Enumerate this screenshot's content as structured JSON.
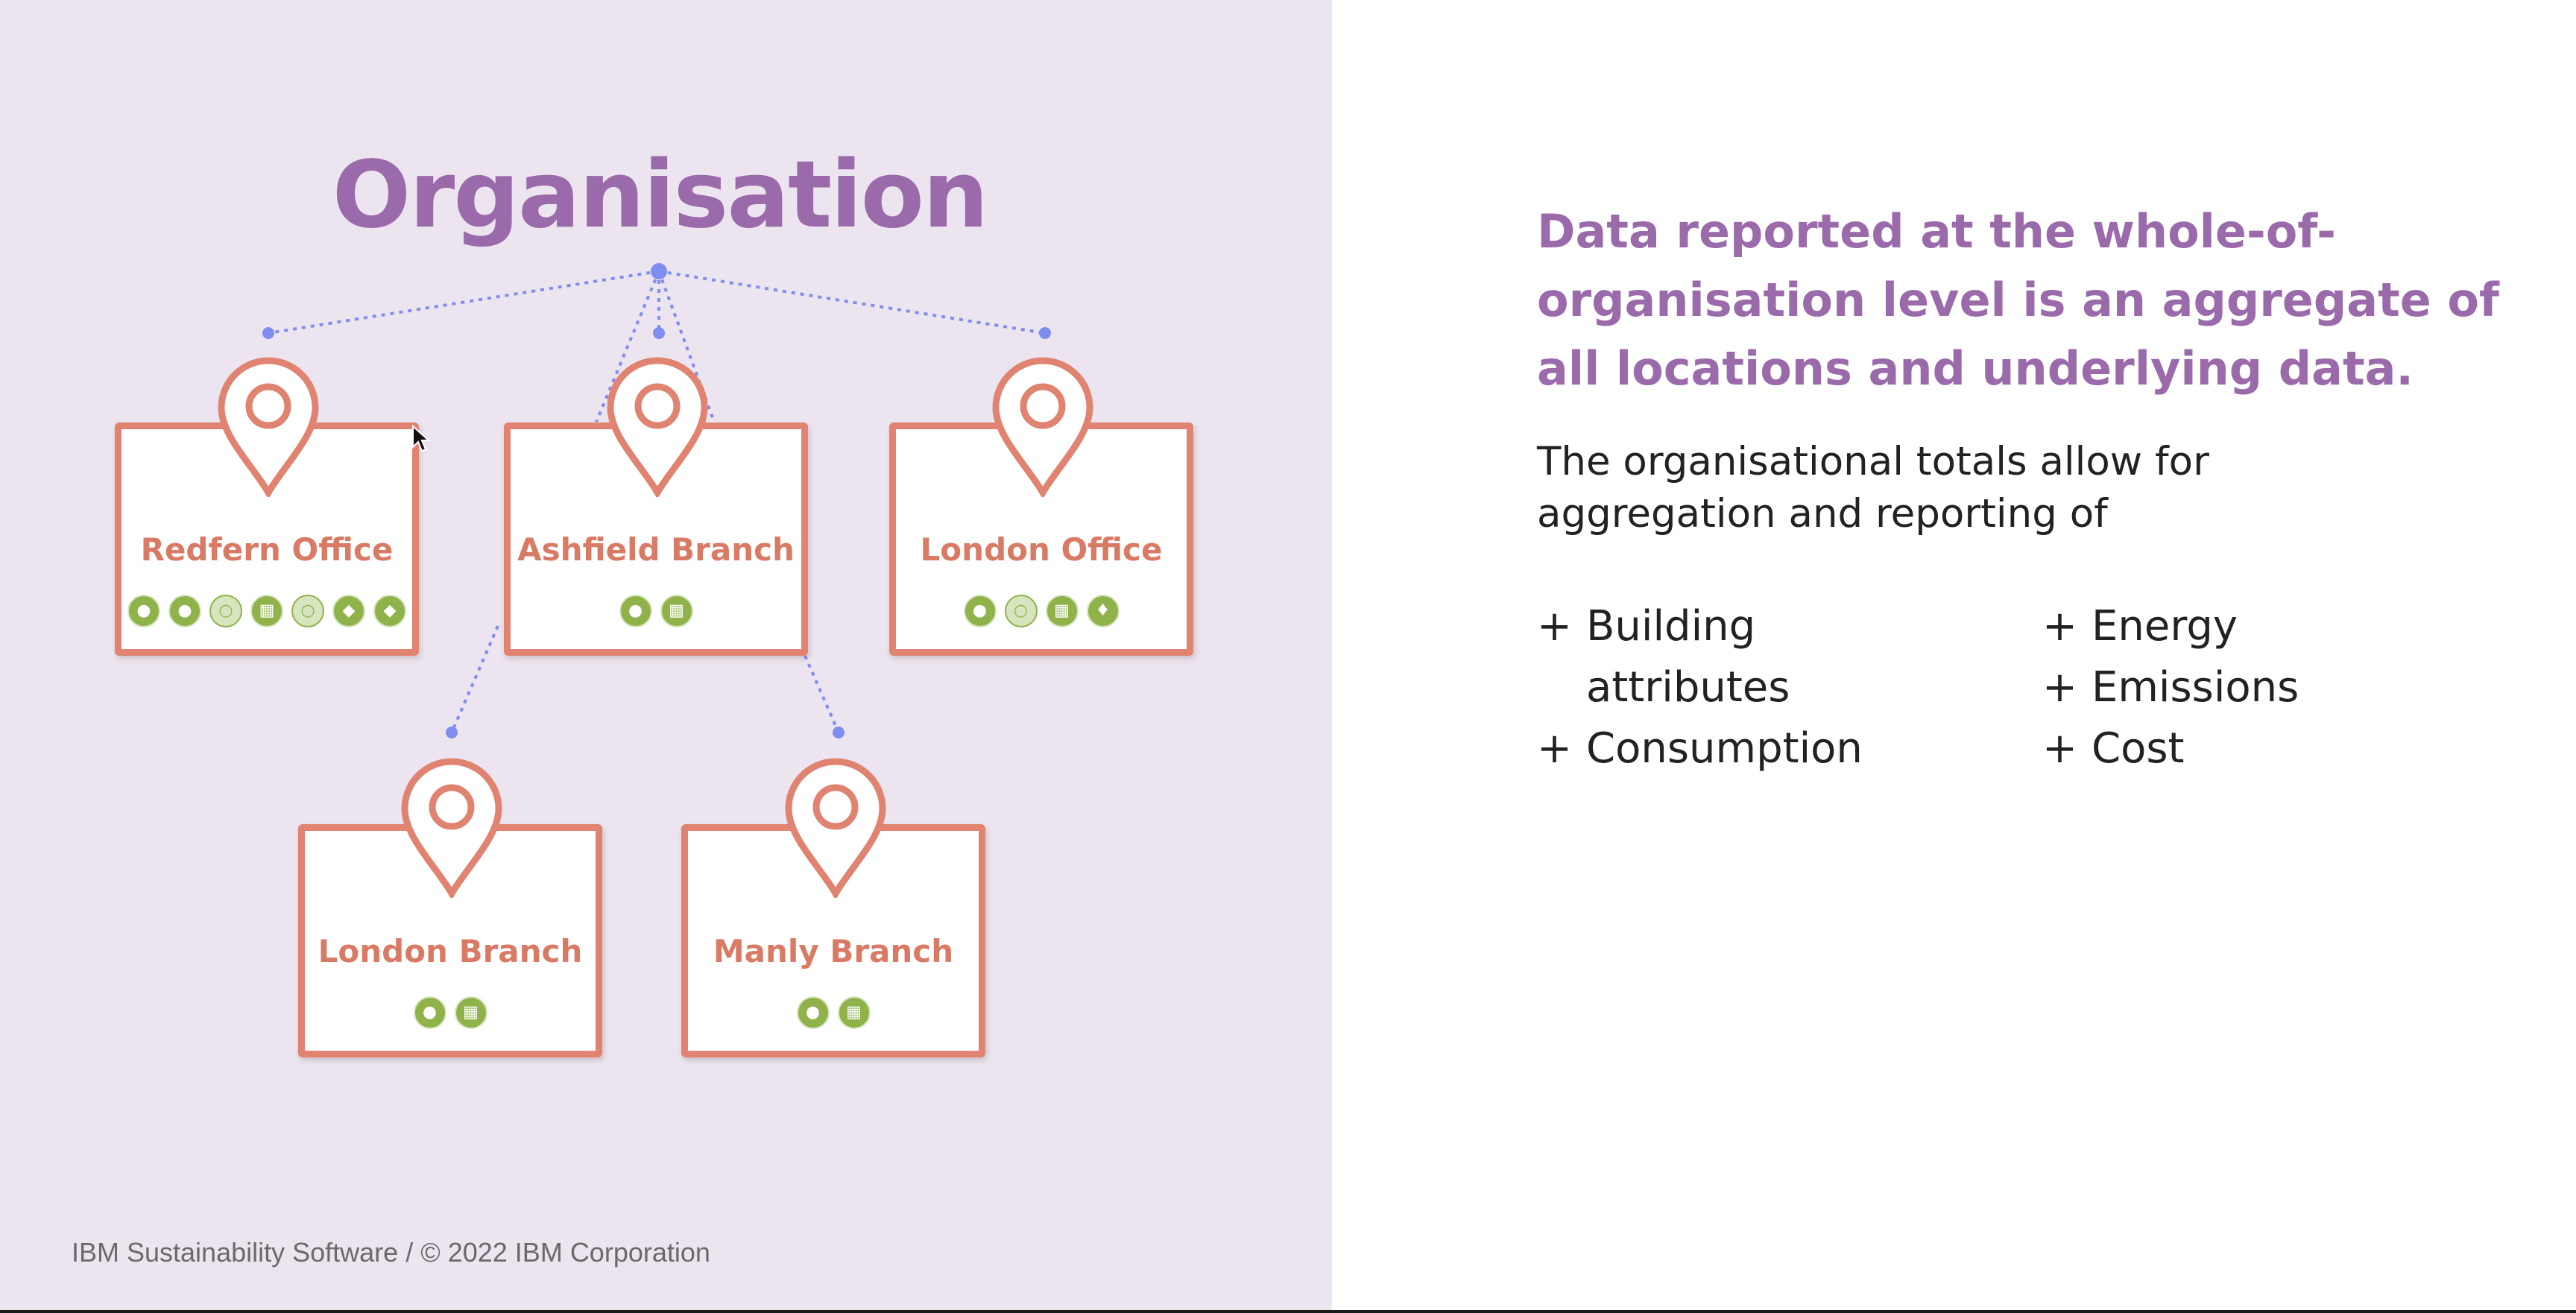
{
  "left": {
    "title": "Organisation",
    "locations": [
      {
        "name": "Redfern Office",
        "icons": [
          "bulb-icon",
          "bulb-icon",
          "pale-icon",
          "meter-icon",
          "pale-icon",
          "leaf-icon",
          "leaf-icon"
        ]
      },
      {
        "name": "Ashfield Branch",
        "icons": [
          "bulb-icon",
          "meter-icon"
        ]
      },
      {
        "name": "London Office",
        "icons": [
          "bulb-icon",
          "pale-icon",
          "meter-icon",
          "drop-icon"
        ]
      },
      {
        "name": "London Branch",
        "icons": [
          "bulb-icon",
          "meter-icon"
        ]
      },
      {
        "name": "Manly Branch",
        "icons": [
          "bulb-icon",
          "meter-icon"
        ]
      }
    ]
  },
  "right": {
    "headline": "Data reported at the whole-of-organisation level is an aggregate of all locations and underlying data.",
    "body": "The organisational totals allow for aggregation and reporting of",
    "bullets_left": [
      {
        "plus": "+",
        "text": "Building attributes"
      },
      {
        "plus": "+",
        "text": "Consumption"
      }
    ],
    "bullets_right": [
      {
        "plus": "+",
        "text": "Energy"
      },
      {
        "plus": "+",
        "text": "Emissions"
      },
      {
        "plus": "+",
        "text": "Cost"
      }
    ]
  },
  "footer": "IBM Sustainability Software / © 2022 IBM Corporation",
  "colors": {
    "accent_purple": "#9a6aaa",
    "card_border": "#e08370",
    "icon_green": "#8fb34a",
    "connector": "#7f8cf0",
    "panel_bg": "#ece5ef"
  }
}
